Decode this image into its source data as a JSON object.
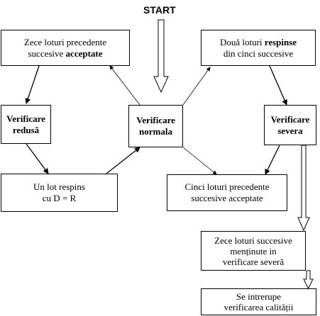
{
  "start_label": "START",
  "boxes": {
    "accepted10": {
      "pre": "Zece loturi precedente",
      "line2_pre": "succesive ",
      "line2_bold": "acceptate"
    },
    "rejected2": {
      "line1_pre": "Două loturi ",
      "line1_bold": "respinse",
      "line2": "din cinci succesive"
    },
    "reduced": {
      "line1": "Verificare",
      "line2": "redusă"
    },
    "normal": {
      "line1": "Verificare",
      "line2": "normala"
    },
    "severe": {
      "line1": "Verificare",
      "line2": "severa"
    },
    "one_rejected": {
      "line1": "Un lot respins",
      "line2": "cu D = R"
    },
    "accepted5": {
      "line1": "Cinci loturi precedente",
      "line2": "succesive acceptate"
    },
    "severe10": {
      "line1": "Zece loturi succesive",
      "line2": "menținute in",
      "line3": "verificare severă"
    },
    "stop": {
      "line1": "Se intrerupe",
      "line2": "verificarea calității"
    }
  }
}
